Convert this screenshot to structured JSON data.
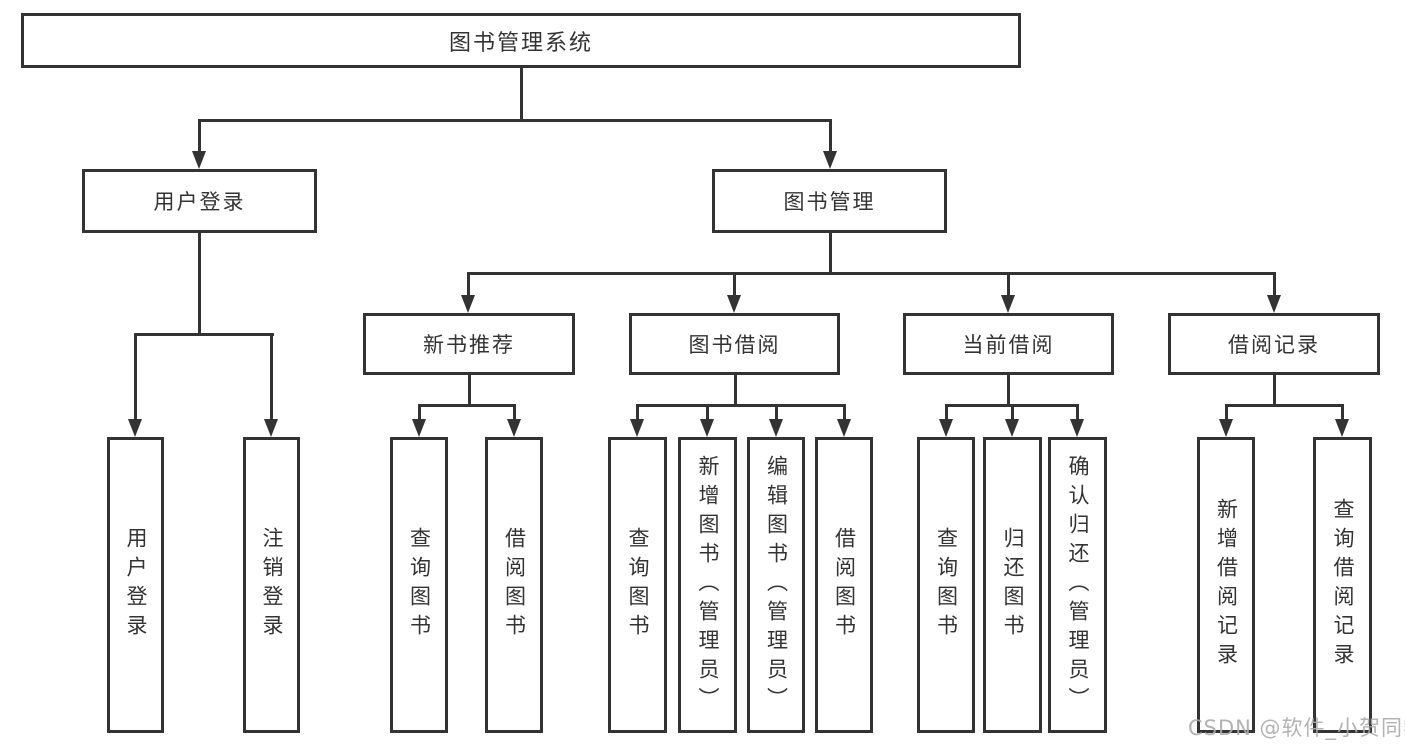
{
  "diagram": {
    "root": {
      "label": "图书管理系统"
    },
    "branches": {
      "user_login": {
        "label": "用户登录",
        "children": [
          {
            "label": "用户登录"
          },
          {
            "label": "注销登录"
          }
        ]
      },
      "book_management": {
        "label": "图书管理",
        "children": {
          "new_book_recommend": {
            "label": "新书推荐",
            "children": [
              {
                "label": "查询图书"
              },
              {
                "label": "借阅图书"
              }
            ]
          },
          "book_borrow": {
            "label": "图书借阅",
            "children": [
              {
                "label": "查询图书"
              },
              {
                "label": "新增图书（管理员）"
              },
              {
                "label": "编辑图书（管理员）"
              },
              {
                "label": "借阅图书"
              }
            ]
          },
          "current_borrow": {
            "label": "当前借阅",
            "children": [
              {
                "label": "查询图书"
              },
              {
                "label": "归还图书"
              },
              {
                "label": "确认归还（管理员）"
              }
            ]
          },
          "borrow_records": {
            "label": "借阅记录",
            "children": [
              {
                "label": "新增借阅记录"
              },
              {
                "label": "查询借阅记录"
              }
            ]
          }
        }
      }
    }
  },
  "watermark": {
    "text": "CSDN @软件_小贺同学"
  },
  "colors": {
    "line": "#333333",
    "text": "#333333",
    "watermark": "#ababab",
    "background": "#ffffff"
  }
}
